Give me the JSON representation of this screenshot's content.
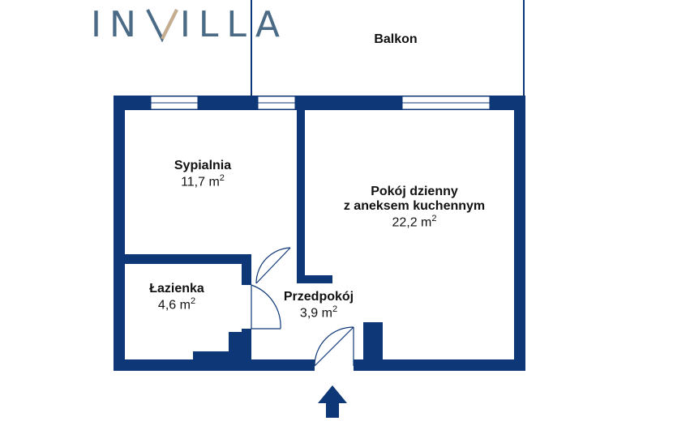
{
  "logo": {
    "part1": "IN",
    "part2": "ILLA",
    "brand_color": "#4a6a86",
    "accent_color": "#c9ad8f"
  },
  "colors": {
    "wall": "#0d3777",
    "line": "#0d3777",
    "window": "#ffffff",
    "arrow": "#0d3777"
  },
  "rooms": {
    "balkon": {
      "name": "Balkon"
    },
    "sypialnia": {
      "name": "Sypialnia",
      "area": "11,7 m",
      "unit_sup": "2"
    },
    "pokoj": {
      "name_line1": "Pokój dzienny",
      "name_line2": "z aneksem kuchennym",
      "area": "22,2 m",
      "unit_sup": "2"
    },
    "lazienka": {
      "name": "Łazienka",
      "area": "4,6 m",
      "unit_sup": "2"
    },
    "przedpokoj": {
      "name": "Przedpokój",
      "area": "3,9 m",
      "unit_sup": "2"
    }
  },
  "entrance": {
    "icon": "entrance-arrow-icon"
  }
}
